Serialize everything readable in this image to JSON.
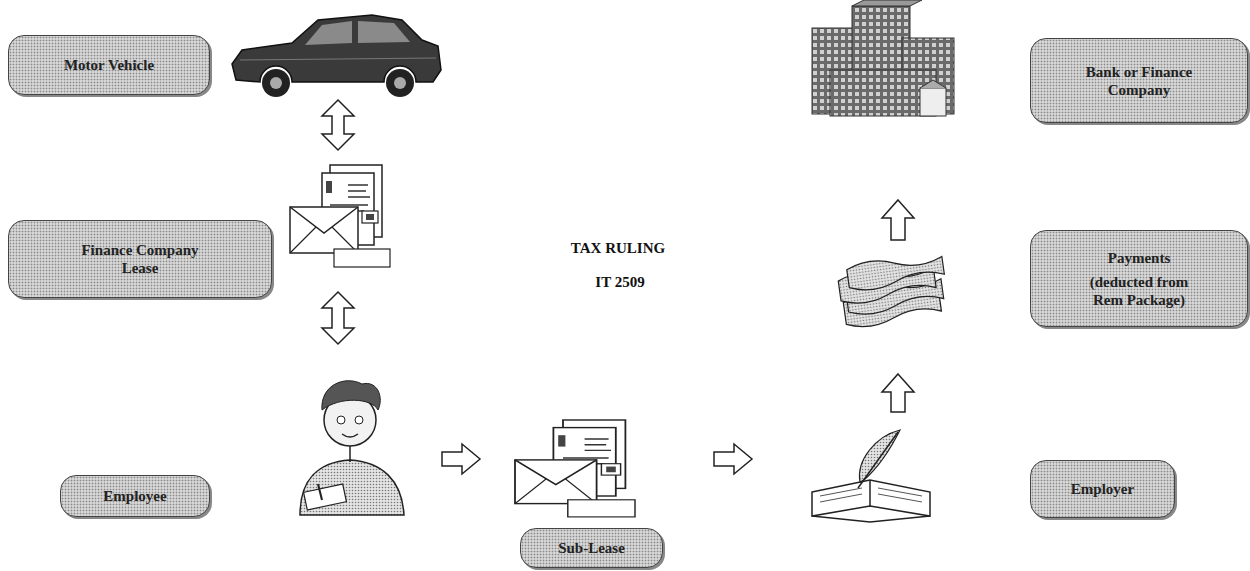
{
  "diagram": {
    "nodes": [
      {
        "text": [
          "Motor Vehicle"
        ]
      },
      {
        "text": [
          "Finance Company Lease"
        ]
      },
      {
        "text": [
          "Employee"
        ]
      },
      {
        "text": [
          "Sub-Lease"
        ]
      },
      {
        "text": [
          "Employer"
        ]
      },
      {
        "text": [
          "Payments",
          "(deducted from Rem Package)"
        ]
      },
      {
        "text": [
          "Bank or Finance Company"
        ]
      }
    ],
    "labels": [
      "TAX RULING",
      "IT 2509"
    ]
  }
}
